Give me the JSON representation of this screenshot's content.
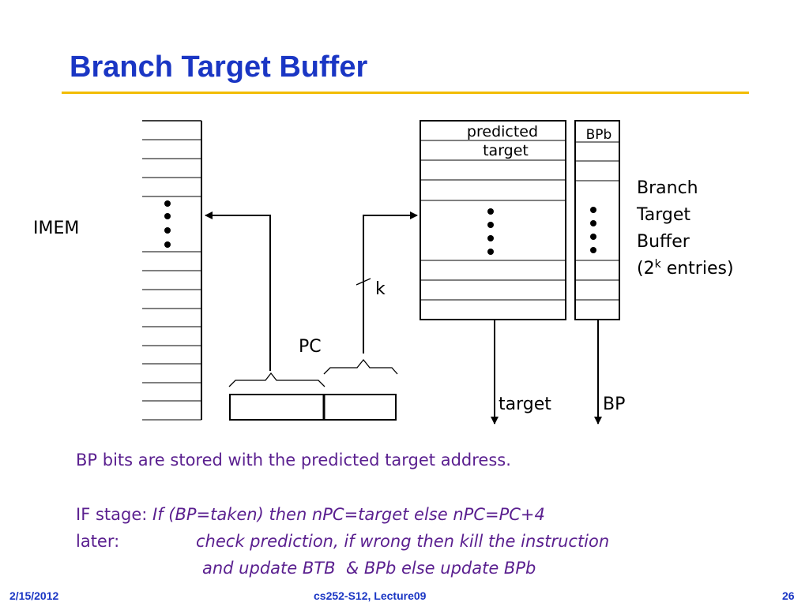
{
  "slide": {
    "title": "Branch Target Buffer",
    "colors": {
      "title": "#1a36c4",
      "rule": "#f2bc00",
      "body_text": "#5a1f8f",
      "footer": "#1a36c4"
    }
  },
  "diagram": {
    "imem_label": "IMEM",
    "pc_label": "PC",
    "k_label": "k",
    "btb_predicted_header": "predicted",
    "btb_target_header": "target",
    "bpb_header": "BPb",
    "btb_desc": [
      "Branch",
      "Target",
      "Buffer"
    ],
    "btb_entries_prefix": "(2",
    "btb_entries_exp": "k",
    "btb_entries_suffix": " entries)",
    "target_output": "target",
    "bp_output": "BP"
  },
  "body": {
    "line1": "BP bits are stored with the predicted target address.",
    "if_label": "IF stage: ",
    "if_text": "If (BP=taken) then nPC=target else nPC=PC+4",
    "later_label": "later:",
    "later_text1": "check prediction, if wrong then kill the instruction",
    "later_text2": "and update BTB  & BPb else update BPb"
  },
  "footer": {
    "date": "2/15/2012",
    "course": "cs252-S12, Lecture09",
    "page": "26"
  }
}
